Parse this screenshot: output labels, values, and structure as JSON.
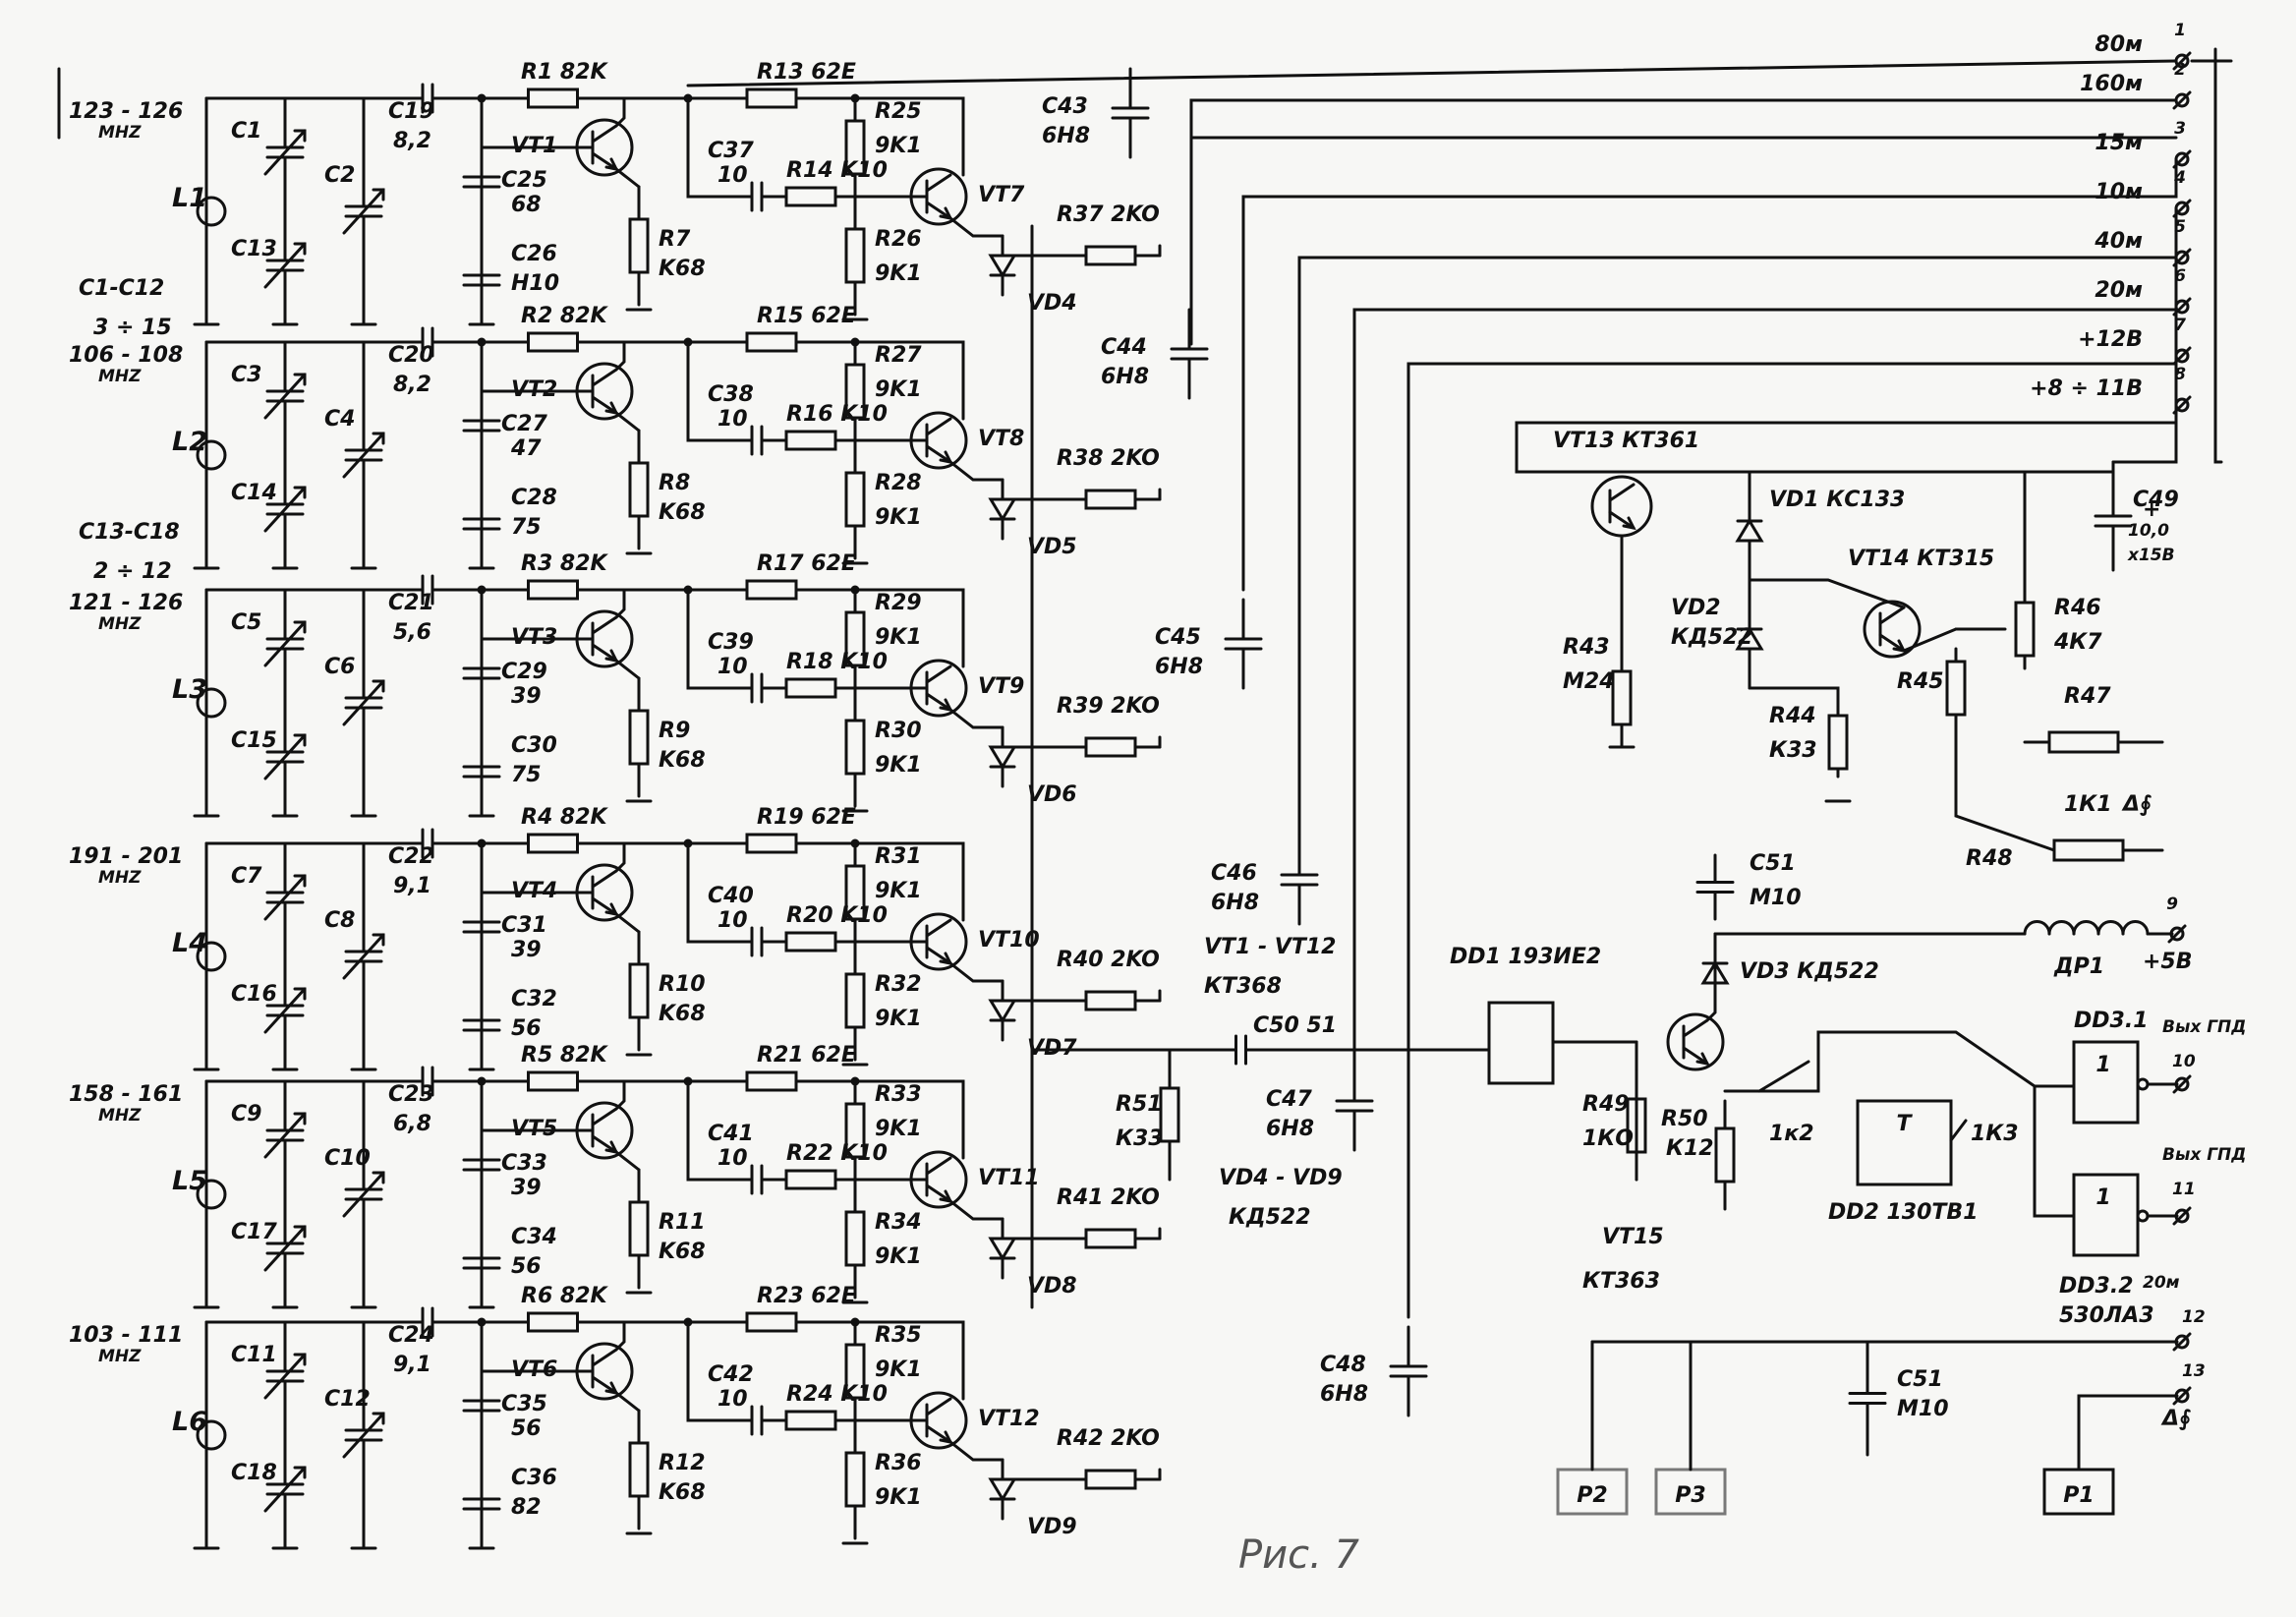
{
  "figure": {
    "caption": "Рис. 7"
  },
  "stages": [
    {
      "freq": "123 - 126",
      "unit": "MHZ",
      "coil": "L1",
      "range": "C1-C12",
      "range_val": "3 ÷ 15",
      "c_top": "C1",
      "c_trim": "C2",
      "c_var": "C13",
      "c_couple": "C19",
      "c_couple_val": "8,2",
      "r_bias": "R1",
      "r_bias_val": "82K",
      "vt": "VT1",
      "c_be": "C25",
      "c_be_val": "68",
      "c_gnd": "C26",
      "c_gnd_val": "H10",
      "r_em": "R7",
      "r_em_val": "K68",
      "r_ser": "R13",
      "r_ser_val": "62E",
      "c_in": "C37",
      "c_in_val": "10",
      "r_in": "R14",
      "r_in_val": "K10",
      "r_up": "R25",
      "r_up_val": "9K1",
      "r_dn": "R26",
      "r_dn_val": "9K1",
      "vt_buf": "VT7",
      "r_out": "R37",
      "r_out_val": "2KO",
      "vd": "VD4"
    },
    {
      "freq": "106 - 108",
      "unit": "MHZ",
      "coil": "L2",
      "range": "C13-C18",
      "range_val": "2 ÷ 12",
      "c_top": "C3",
      "c_trim": "C4",
      "c_var": "C14",
      "c_couple": "C20",
      "c_couple_val": "8,2",
      "r_bias": "R2",
      "r_bias_val": "82K",
      "vt": "VT2",
      "c_be": "C27",
      "c_be_val": "47",
      "c_gnd": "C28",
      "c_gnd_val": "75",
      "r_em": "R8",
      "r_em_val": "K68",
      "r_ser": "R15",
      "r_ser_val": "62E",
      "c_in": "C38",
      "c_in_val": "10",
      "r_in": "R16",
      "r_in_val": "K10",
      "r_up": "R27",
      "r_up_val": "9K1",
      "r_dn": "R28",
      "r_dn_val": "9K1",
      "vt_buf": "VT8",
      "r_out": "R38",
      "r_out_val": "2KO",
      "vd": "VD5"
    },
    {
      "freq": "121 - 126",
      "unit": "MHZ",
      "coil": "L3",
      "range": "",
      "range_val": "",
      "c_top": "C5",
      "c_trim": "C6",
      "c_var": "C15",
      "c_couple": "C21",
      "c_couple_val": "5,6",
      "r_bias": "R3",
      "r_bias_val": "82K",
      "vt": "VT3",
      "c_be": "C29",
      "c_be_val": "39",
      "c_gnd": "C30",
      "c_gnd_val": "75",
      "r_em": "R9",
      "r_em_val": "K68",
      "r_ser": "R17",
      "r_ser_val": "62E",
      "c_in": "C39",
      "c_in_val": "10",
      "r_in": "R18",
      "r_in_val": "K10",
      "r_up": "R29",
      "r_up_val": "9K1",
      "r_dn": "R30",
      "r_dn_val": "9K1",
      "vt_buf": "VT9",
      "r_out": "R39",
      "r_out_val": "2KO",
      "vd": "VD6"
    },
    {
      "freq": "191 - 201",
      "unit": "MHZ",
      "coil": "L4",
      "range": "",
      "range_val": "",
      "c_top": "C7",
      "c_trim": "C8",
      "c_var": "C16",
      "c_couple": "C22",
      "c_couple_val": "9,1",
      "r_bias": "R4",
      "r_bias_val": "82K",
      "vt": "VT4",
      "c_be": "C31",
      "c_be_val": "39",
      "c_gnd": "C32",
      "c_gnd_val": "56",
      "r_em": "R10",
      "r_em_val": "K68",
      "r_ser": "R19",
      "r_ser_val": "62E",
      "c_in": "C40",
      "c_in_val": "10",
      "r_in": "R20",
      "r_in_val": "K10",
      "r_up": "R31",
      "r_up_val": "9K1",
      "r_dn": "R32",
      "r_dn_val": "9K1",
      "vt_buf": "VT10",
      "r_out": "R40",
      "r_out_val": "2KO",
      "vd": "VD7"
    },
    {
      "freq": "158 - 161",
      "unit": "MHZ",
      "coil": "L5",
      "range": "",
      "range_val": "",
      "c_top": "C9",
      "c_trim": "C10",
      "c_var": "C17",
      "c_couple": "C23",
      "c_couple_val": "6,8",
      "r_bias": "R5",
      "r_bias_val": "82K",
      "vt": "VT5",
      "c_be": "C33",
      "c_be_val": "39",
      "c_gnd": "C34",
      "c_gnd_val": "56",
      "r_em": "R11",
      "r_em_val": "K68",
      "r_ser": "R21",
      "r_ser_val": "62E",
      "c_in": "C41",
      "c_in_val": "10",
      "r_in": "R22",
      "r_in_val": "K10",
      "r_up": "R33",
      "r_up_val": "9K1",
      "r_dn": "R34",
      "r_dn_val": "9K1",
      "vt_buf": "VT11",
      "r_out": "R41",
      "r_out_val": "2KO",
      "vd": "VD8"
    },
    {
      "freq": "103 - 111",
      "unit": "MHZ",
      "coil": "L6",
      "range": "",
      "range_val": "",
      "c_top": "C11",
      "c_trim": "C12",
      "c_var": "C18",
      "c_couple": "C24",
      "c_couple_val": "9,1",
      "r_bias": "R6",
      "r_bias_val": "82K",
      "vt": "VT6",
      "c_be": "C35",
      "c_be_val": "56",
      "c_gnd": "C36",
      "c_gnd_val": "82",
      "r_em": "R12",
      "r_em_val": "K68",
      "r_ser": "R23",
      "r_ser_val": "62E",
      "c_in": "C42",
      "c_in_val": "10",
      "r_in": "R24",
      "r_in_val": "K10",
      "r_up": "R35",
      "r_up_val": "9K1",
      "r_dn": "R36",
      "r_dn_val": "9K1",
      "vt_buf": "VT12",
      "r_out": "R42",
      "r_out_val": "2KO",
      "vd": "VD9"
    }
  ],
  "decoupling": [
    {
      "ref": "C43",
      "val": "6H8"
    },
    {
      "ref": "C44",
      "val": "6H8"
    },
    {
      "ref": "C45",
      "val": "6H8"
    },
    {
      "ref": "C46",
      "val": "6H8"
    },
    {
      "ref": "C47",
      "val": "6H8"
    },
    {
      "ref": "C48",
      "val": "6H8"
    }
  ],
  "terminals": [
    {
      "num": "1",
      "label": "80м"
    },
    {
      "num": "2",
      "label": "160м"
    },
    {
      "num": "3",
      "label": "15м"
    },
    {
      "num": "4",
      "label": "10м"
    },
    {
      "num": "5",
      "label": "40м"
    },
    {
      "num": "6",
      "label": "20м"
    },
    {
      "num": "7",
      "label": "+12В"
    },
    {
      "num": "8",
      "label": "+8 ÷ 11В"
    },
    {
      "num": "9",
      "label": "+5В"
    },
    {
      "num": "10",
      "label": "Вых ГПД"
    },
    {
      "num": "11",
      "label": "Вых ГПД"
    },
    {
      "num": "12",
      "label": "20м"
    },
    {
      "num": "13",
      "label": "Δ∮"
    }
  ],
  "notes": {
    "vt_types": "VT1 - VT12",
    "vt_types_val": "КТ368",
    "vd_types": "VD4 - VD9",
    "vd_types_val": "КД522"
  },
  "regulator": {
    "vt13": "VT13",
    "vt13_type": "КТ361",
    "vd1": "VD1",
    "vd1_type": "КС133",
    "vd2": "VD2",
    "vd2_type": "КД522",
    "vt14": "VT14",
    "vt14_type": "КТ315",
    "r43": "R43",
    "r43_val": "М24",
    "r44": "R44",
    "r44_val": "К33",
    "r45": "R45",
    "r46": "R46",
    "r46_val": "4К7",
    "r47": "R47",
    "r48": "R48",
    "r48_val": "1К1",
    "tune_mark": "Δ∮",
    "c49": "C49",
    "c49_val": "10,0",
    "c49_volt": "х15В"
  },
  "output": {
    "c50": "C50",
    "c50_val": "51",
    "r51": "R51",
    "r51_val": "К33",
    "dd1": "DD1",
    "dd1_type": "193ИЕ2",
    "c51": "C51",
    "c51_val": "М10",
    "vd3": "VD3",
    "vd3_type": "КД522",
    "choke": "ДР1",
    "r49": "R49",
    "r49_val": "1КО",
    "r50": "R50",
    "r50_val": "К12",
    "vt15": "VT15",
    "vt15_type": "КТ363",
    "r_1k2": "1к2",
    "r_1k3": "1К3",
    "ff_mark": "Т",
    "dd2": "DD2",
    "dd2_type": "130ТВ1",
    "gate_mark": "1",
    "dd31": "DD3.1",
    "dd32": "DD3.2",
    "dd32_type": "530ЛА3",
    "c51b": "C51",
    "c51b_val": "М10",
    "p1": "P1",
    "p2": "P2",
    "p3": "P3"
  }
}
